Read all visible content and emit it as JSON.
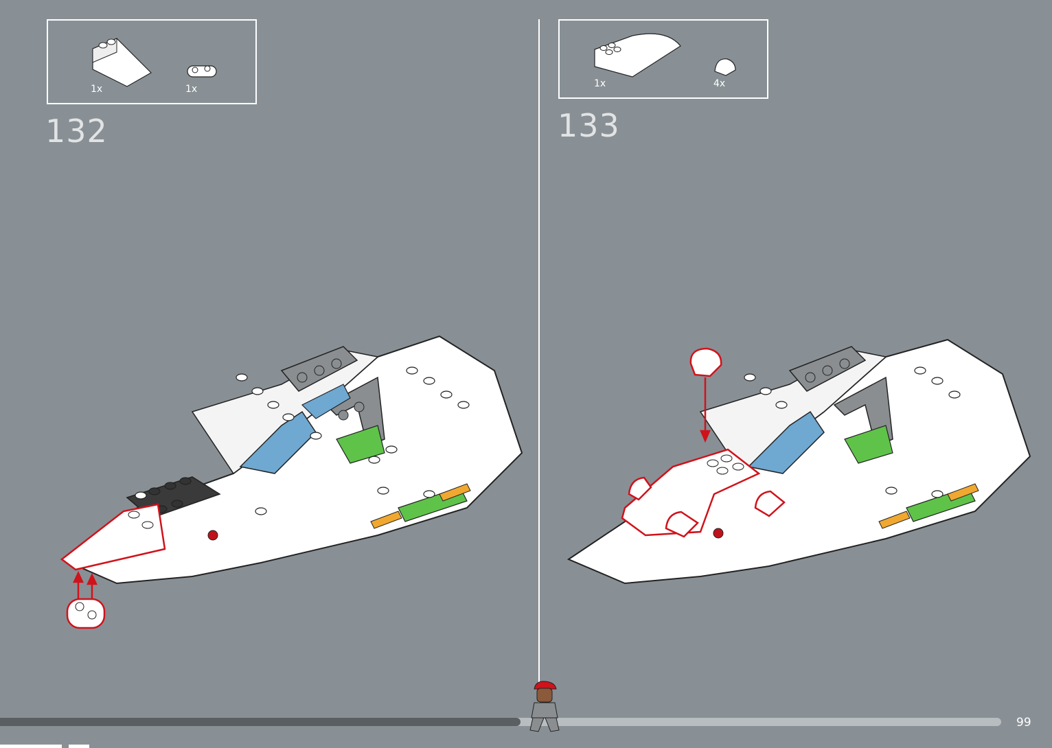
{
  "page": {
    "number": "99",
    "progress": 0.52
  },
  "steps": [
    {
      "number": "132",
      "parts": [
        {
          "qty": "1x",
          "name": "white-slope-brick"
        },
        {
          "qty": "1x",
          "name": "white-plate-1x2"
        }
      ]
    },
    {
      "number": "133",
      "parts": [
        {
          "qty": "1x",
          "name": "white-curved-slope"
        },
        {
          "qty": "4x",
          "name": "white-round-tile"
        }
      ]
    }
  ],
  "colors": {
    "background": "#889095",
    "highlight": "#d0121b",
    "brick_white": "#ffffff",
    "brick_gray": "#8a8e90",
    "brick_dark": "#3a3a3a",
    "brick_blue": "#6fa8d0",
    "brick_green": "#5fc34a",
    "brick_orange": "#f0a830"
  }
}
